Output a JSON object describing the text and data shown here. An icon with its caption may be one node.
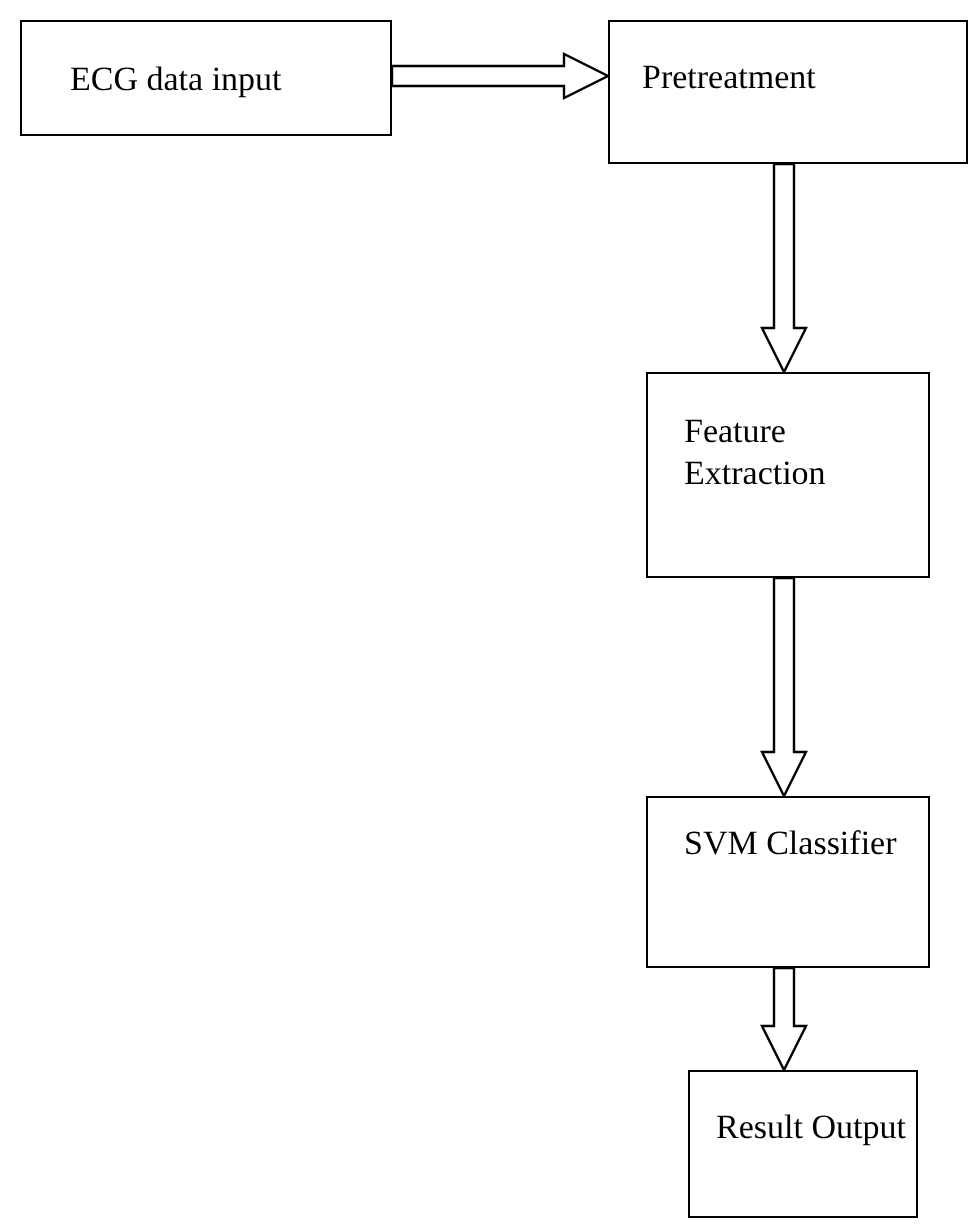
{
  "diagram": {
    "nodes": [
      {
        "text": [
          "ECG data input"
        ]
      },
      {
        "text": [
          "Pretreatment"
        ]
      },
      {
        "text": [
          "Feature Extraction"
        ]
      },
      {
        "text": [
          "SVM Classifier"
        ]
      },
      {
        "text": [
          "Result Output"
        ]
      }
    ],
    "edges": [
      {
        "from": 0,
        "to": 1,
        "arrow": "to"
      },
      {
        "from": 1,
        "to": 2,
        "arrow": "to"
      },
      {
        "from": 2,
        "to": 3,
        "arrow": "to"
      },
      {
        "from": 3,
        "to": 4,
        "arrow": "to"
      }
    ]
  }
}
